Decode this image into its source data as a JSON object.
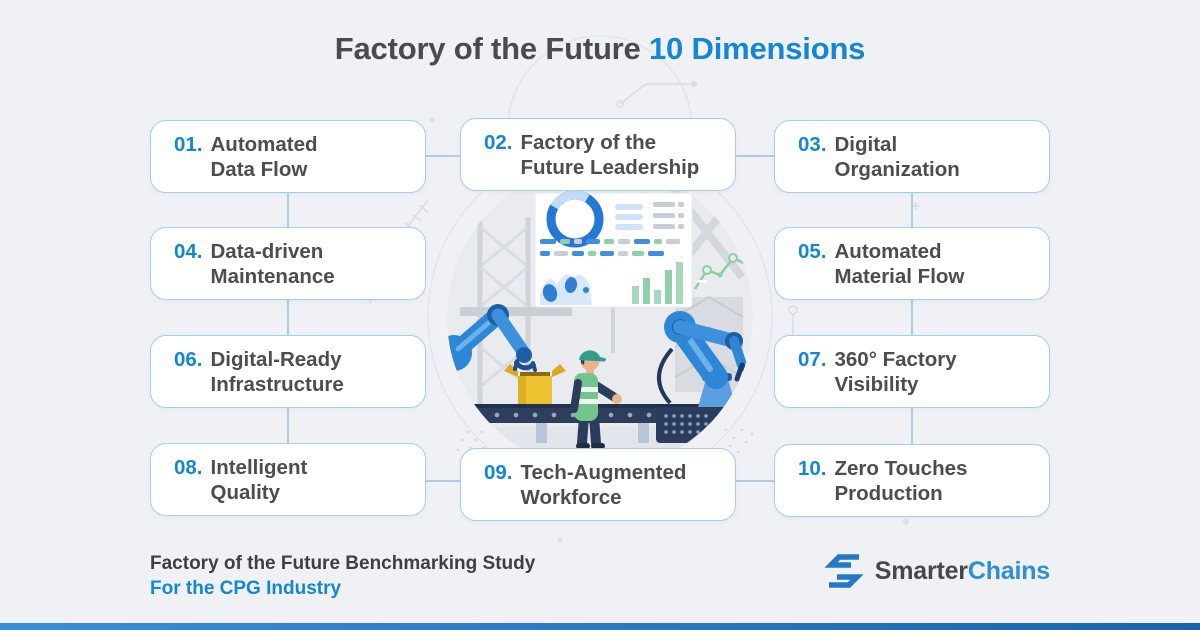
{
  "title": {
    "part_dark": "Factory of the Future",
    "part_accent": "10 Dimensions"
  },
  "cards": [
    {
      "num": "01.",
      "line1": "Automated",
      "line2": "Data Flow"
    },
    {
      "num": "02.",
      "line1": "Factory of the",
      "line2": "Future Leadership"
    },
    {
      "num": "03.",
      "line1": "Digital",
      "line2": "Organization"
    },
    {
      "num": "04.",
      "line1": "Data-driven",
      "line2": "Maintenance"
    },
    {
      "num": "05.",
      "line1": "Automated",
      "line2": "Material Flow"
    },
    {
      "num": "06.",
      "line1": "Digital-Ready",
      "line2": "Infrastructure"
    },
    {
      "num": "07.",
      "line1": "360° Factory",
      "line2": "Visibility"
    },
    {
      "num": "08.",
      "line1": "Intelligent",
      "line2": "Quality"
    },
    {
      "num": "09.",
      "line1": "Tech-Augmented",
      "line2": "Workforce"
    },
    {
      "num": "10.",
      "line1": "Zero Touches",
      "line2": "Production"
    }
  ],
  "footer": {
    "line1": "Factory of the Future Benchmarking Study",
    "line2": "For the CPG Industry"
  },
  "logo": {
    "dark": "Smarter",
    "accent": "Chains"
  },
  "icons": {
    "logo_icon": "smarterchains-s-mark"
  },
  "colors": {
    "background": "#eff1f5",
    "accent_blue": "#1587d2",
    "text_dark": "#4a4a4f",
    "card_border": "#a9cbef",
    "connector": "#abcbee",
    "logo_blue": "#2379c8",
    "bottom_bar_left": "#3a8fd9",
    "bottom_bar_right": "#1a64ad"
  }
}
